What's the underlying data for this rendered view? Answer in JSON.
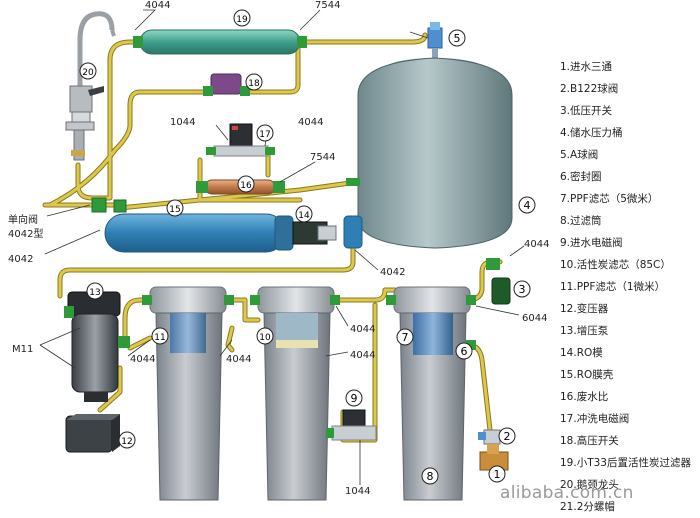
{
  "callouts": {
    "n1": "1",
    "n2": "2",
    "n3": "3",
    "n4": "4",
    "n5": "5",
    "n6": "6",
    "n7": "7",
    "n8": "8",
    "n9": "9",
    "n10": "10",
    "n11": "11",
    "n12": "12",
    "n13": "13",
    "n14": "14",
    "n15": "15",
    "n16": "16",
    "n17": "17",
    "n18": "18",
    "n19": "19",
    "n20": "20"
  },
  "fittings": {
    "f4044_top": "4044",
    "f7544_top": "7544",
    "f1044_mid": "1044",
    "f4044_mid": "4044",
    "f7544_mid": "7544",
    "check_valve_name": "单向阀",
    "check_valve_model": "4042型",
    "f4042_left": "4042",
    "f4042_right": "4042",
    "f4044_right": "4044",
    "f6044_right": "6044",
    "m11": "M11",
    "f4044_a": "4044",
    "f4044_b": "4044",
    "f4044_c": "4044",
    "f4044_d": "4044",
    "f1044_bottom": "1044"
  },
  "legend": [
    "1.进水三通",
    "2.B122球阀",
    "3.低压开关",
    "4.储水压力桶",
    "5.A球阀",
    "6.密封圈",
    "7.PPF滤芯（5微米）",
    "8.过滤筒",
    "9.进水电磁阀",
    "10.活性炭滤芯（85C）",
    "11.PPF滤芯（1微米）",
    "12.变压器",
    "13.增压泵",
    "14.RO模",
    "15.RO膜壳",
    "16.废水比",
    "17.冲洗电磁阀",
    "18.高压开关",
    "19.小T33后置活性炭过滤器",
    "20.鹅颈龙头",
    "21.2分螺帽"
  ],
  "watermark": "alibaba.com.cn",
  "colors": {
    "tube": "#d6c24a",
    "tube_edge": "#8c7a18",
    "fitting": "#2e9a3a",
    "tank": "#8fa7ab",
    "ro_housing": "#3d8fc0",
    "t33_filter": "#4aaa9a",
    "housing_grey": "#9aa0a6",
    "callout_stroke": "#222222"
  }
}
